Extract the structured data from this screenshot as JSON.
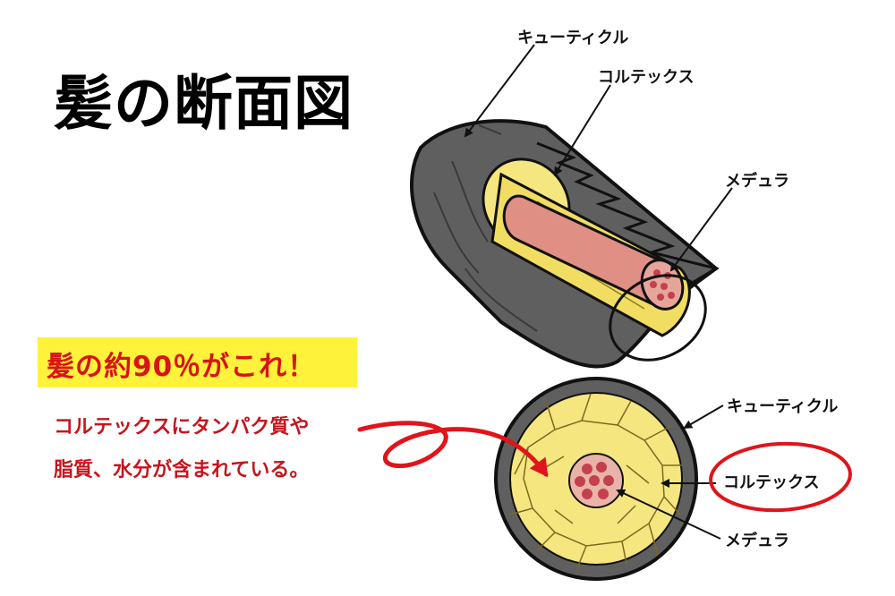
{
  "title": "髪の断面図",
  "callout": "髪の約90％がこれ！",
  "description": [
    "コルテックスにタンパク質や",
    "脂質、水分が含まれている。"
  ],
  "top_diagram": {
    "labels": {
      "cuticle": "キューティクル",
      "cortex": "コルテックス",
      "medulla": "メデュラ"
    }
  },
  "cross_section": {
    "labels": {
      "cuticle": "キューティクル",
      "cortex": "コルテックス",
      "medulla": "メデュラ"
    }
  },
  "colors": {
    "cuticle": "#5f5f5f",
    "cortex": "#f6e680",
    "medulla": "#e08f84",
    "medulla_dots": "#c5404e",
    "annotation_red": "#e0141a",
    "callout_bg": "#fff23a"
  }
}
